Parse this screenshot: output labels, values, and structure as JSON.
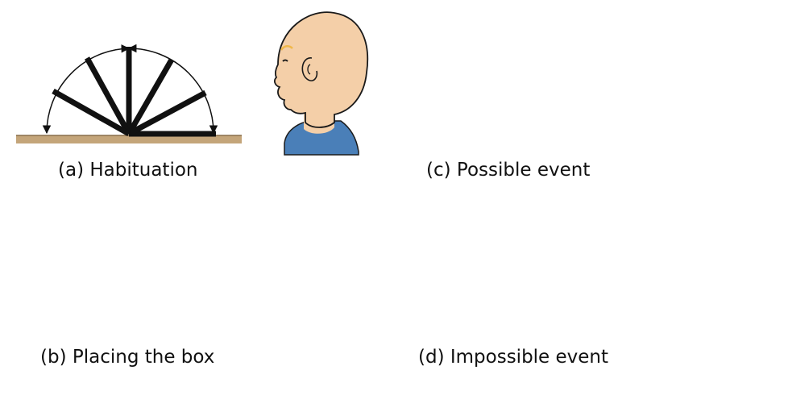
{
  "panels": {
    "a": {
      "caption": "(a) Habituation"
    },
    "b": {
      "caption": "(b) Placing the box"
    },
    "c": {
      "caption": "(c) Possible event"
    },
    "d": {
      "caption": "(d) Impossible event"
    }
  },
  "colors": {
    "floor": "#c4a57a",
    "floor_edge": "#8a6f4a",
    "screen": "#111111",
    "box": "#5c4a3b",
    "box_ghost": "#a6917a",
    "skin": "#f4cfa8",
    "skin_edge": "#1a1a1a",
    "shirt": "#4a7fb8",
    "hair": "#f0b84a"
  }
}
